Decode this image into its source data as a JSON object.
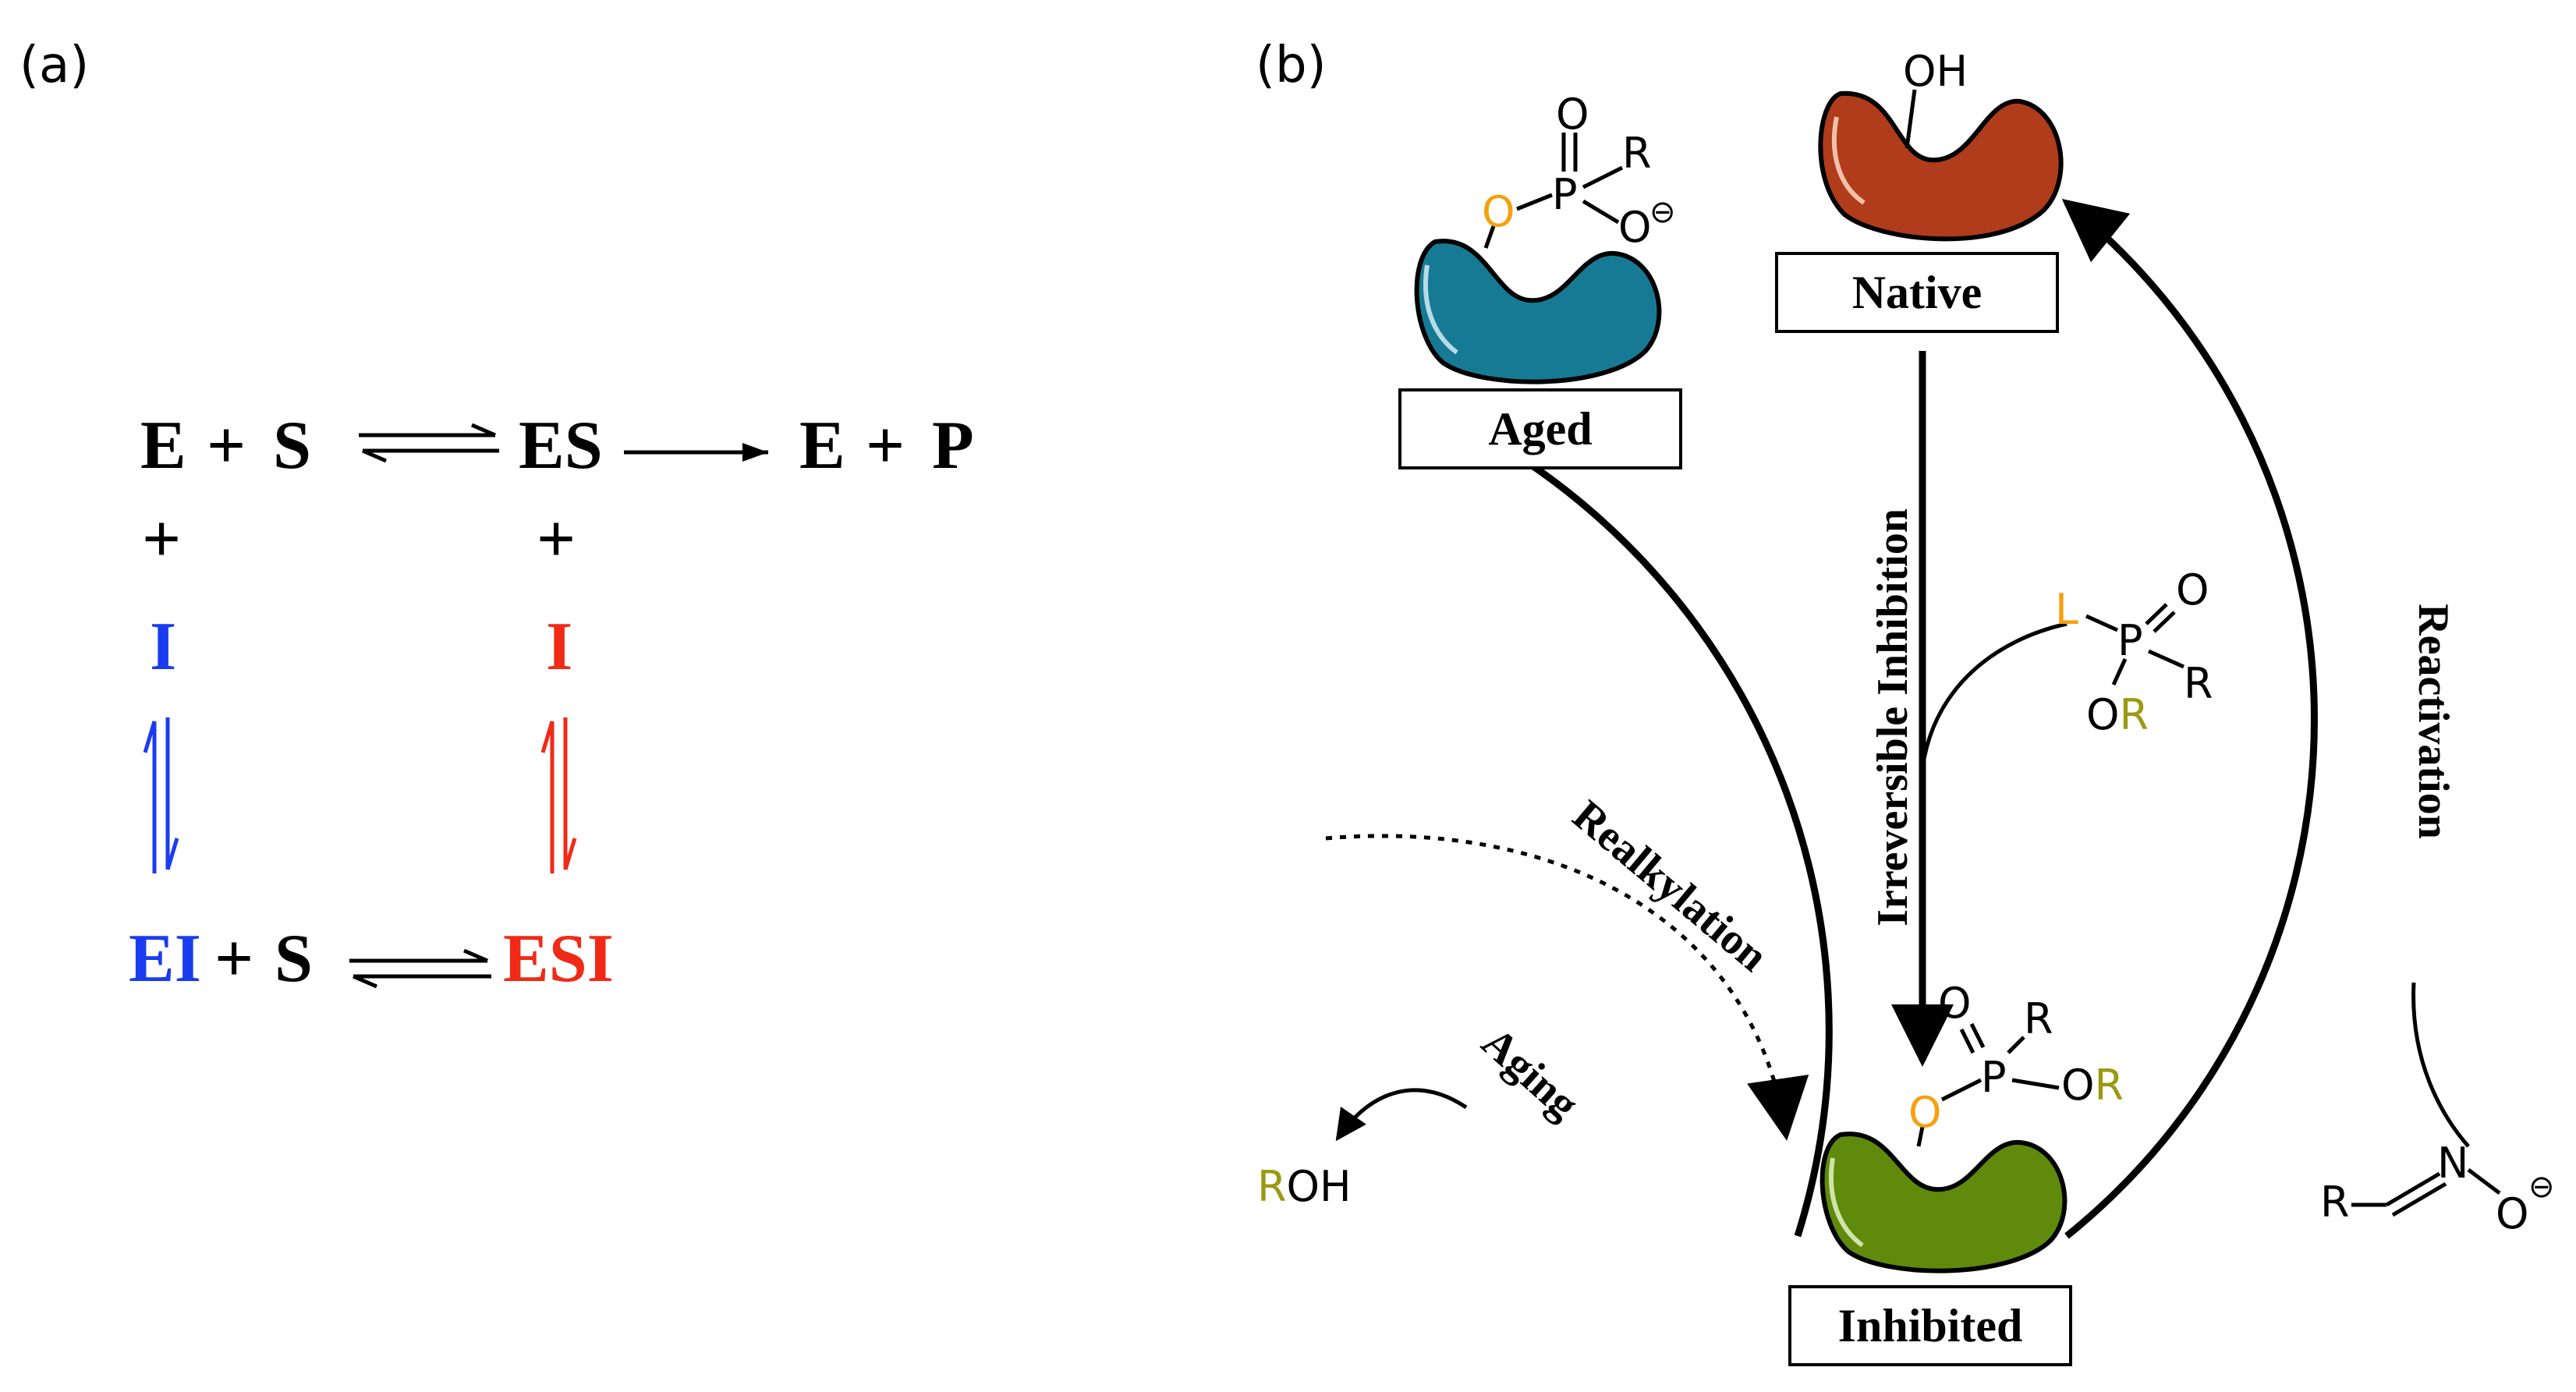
{
  "panel_a": {
    "label": "(a)",
    "row1": {
      "e1": "E",
      "plus1": "+",
      "s1": "S",
      "es": "ES",
      "e2": "E",
      "plus2": "+",
      "p": "P"
    },
    "plus_left": "+",
    "plus_right": "+",
    "i_left": "I",
    "i_right": "I",
    "row3": {
      "ei": "EI",
      "plus": "+",
      "s": "S",
      "esi": "ESI"
    }
  },
  "panel_b": {
    "label": "(b)",
    "states": {
      "native": "Native",
      "aged": "Aged",
      "inhibited": "Inhibited"
    },
    "processes": {
      "irreversible": "Irreversible Inhibition",
      "reactivation": "Reactivation",
      "aging": "Aging",
      "realkylation": "Realkylation"
    },
    "chem": {
      "oh": "OH",
      "o": "O",
      "p": "P",
      "r": "R",
      "l": "L",
      "n": "N",
      "minus": "⊖",
      "h": "H"
    }
  },
  "colors": {
    "blue": "#1a3cf0",
    "red": "#f02a17",
    "orange": "#f5a10f",
    "olive": "#9a9a12",
    "teal": "#177a94",
    "rust": "#b03c1c",
    "green": "#5f8a0c"
  }
}
